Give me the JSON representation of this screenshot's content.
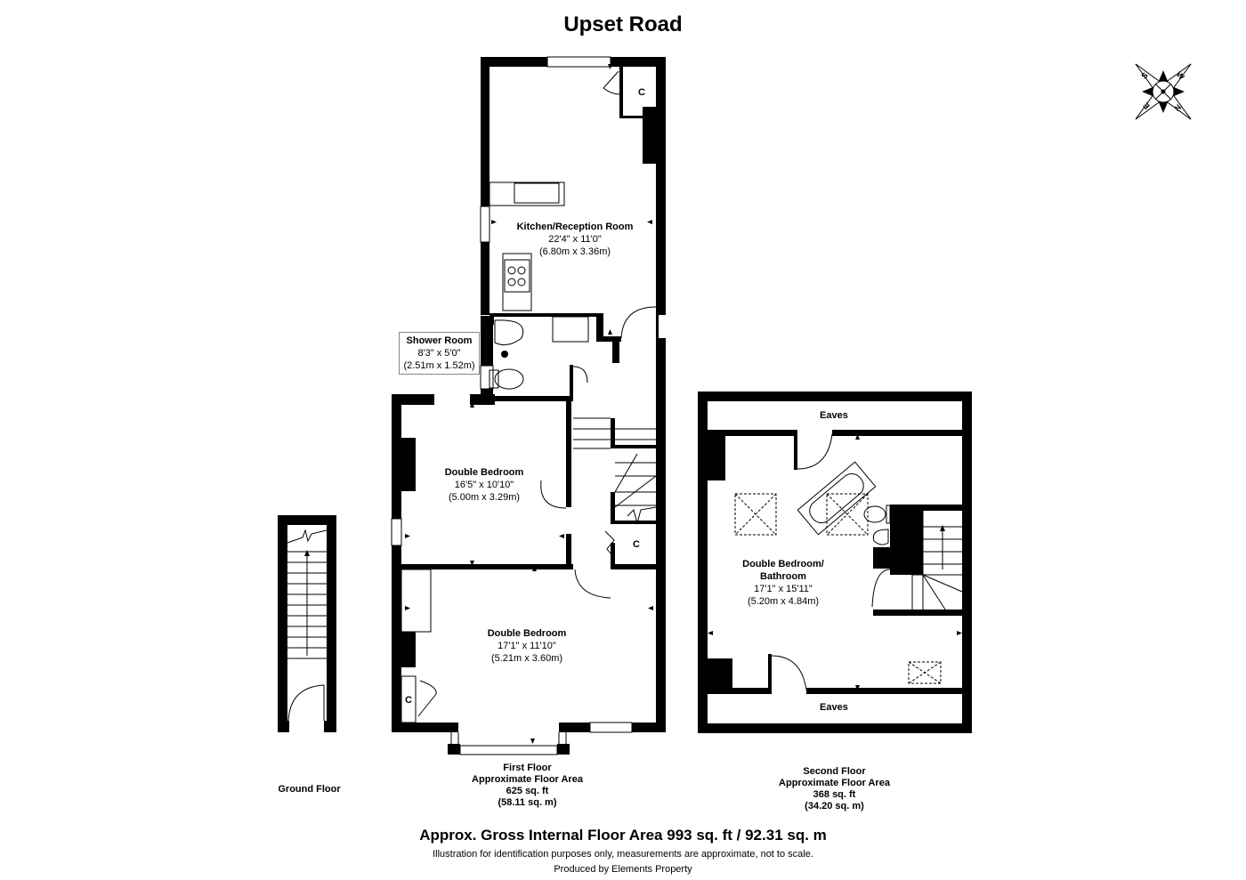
{
  "title": "Upset Road",
  "compass": {
    "icon": "compass-rose-icon",
    "letters": [
      "S",
      "W",
      "E",
      "N"
    ]
  },
  "rooms": {
    "kitchen": {
      "name": "Kitchen/Reception Room",
      "imperial": "22'4\" x 11'0\"",
      "metric": "(6.80m x 3.36m)"
    },
    "shower": {
      "name": "Shower Room",
      "imperial": "8'3\" x 5'0\"",
      "metric": "(2.51m x 1.52m)"
    },
    "bedroom1": {
      "name": "Double Bedroom",
      "imperial": "16'5\" x 10'10\"",
      "metric": "(5.00m x 3.29m)"
    },
    "bedroom2": {
      "name": "Double Bedroom",
      "imperial": "17'1\" x 11'10\"",
      "metric": "(5.21m x 3.60m)"
    },
    "bedroom3": {
      "name1": "Double Bedroom/",
      "name2": "Bathroom",
      "imperial": "17'1\" x 15'11\"",
      "metric": "(5.20m x 4.84m)"
    }
  },
  "cupboard_label": "C",
  "eaves_label": "Eaves",
  "floors": {
    "ground": {
      "label": "Ground Floor"
    },
    "first": {
      "label": "First Floor",
      "sub": "Approximate Floor Area",
      "sqft": "625 sq. ft",
      "sqm": "(58.11 sq. m)"
    },
    "second": {
      "label": "Second Floor",
      "sub": "Approximate Floor Area",
      "sqft": "368 sq. ft",
      "sqm": "(34.20 sq. m)"
    }
  },
  "footer": {
    "gia": "Approx. Gross Internal Floor Area 993 sq. ft / 92.31 sq. m",
    "disclaimer": "Illustration for identification purposes only, measurements are approximate, not to scale.",
    "producer": "Produced by Elements Property"
  }
}
